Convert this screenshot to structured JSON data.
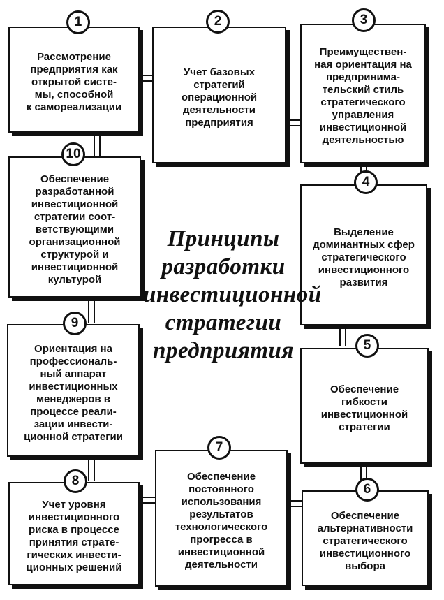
{
  "title": "Принципы\nразработки\nинвестиционной\nстратегии\nпредприятия",
  "principles": [
    {
      "number": "1",
      "text": "Рассмотрение\nпредприятия как\nоткрытой систе-\nмы, способной\nк самореализации"
    },
    {
      "number": "2",
      "text": "Учет базовых\nстратегий\nоперационной\nдеятельности\nпредприятия"
    },
    {
      "number": "3",
      "text": "Преимуществен-\nная ориентация на\nпредпринима-\nтельский стиль\nстратегического\nуправления\nинвестиционной\nдеятельностью"
    },
    {
      "number": "4",
      "text": "Выделение\nдоминантных сфер\nстратегического\nинвестиционного\nразвития"
    },
    {
      "number": "5",
      "text": "Обеспечение\nгибкости\nинвестиционной\nстратегии"
    },
    {
      "number": "6",
      "text": "Обеспечение\nальтернативности\nстратегического\nинвестиционного\nвыбора"
    },
    {
      "number": "7",
      "text": "Обеспечение\nпостоянного\nиспользования\nрезультатов\nтехнологического\nпрогресса в\nинвестиционной\nдеятельности"
    },
    {
      "number": "8",
      "text": "Учет уровня\nинвестиционного\nриска в процессе\nпринятия страте-\nгических инвести-\nционных решений"
    },
    {
      "number": "9",
      "text": "Ориентация на\nпрофессиональ-\nный аппарат\nинвестиционных\nменеджеров в\nпроцессе реали-\nзации инвести-\nционной стратегии"
    },
    {
      "number": "10",
      "text": "Обеспечение\nразработанной\nинвестиционной\nстратегии соот-\nветствующими\nорганизационной\nструктурой и\nинвестиционной\nкультурой"
    }
  ]
}
